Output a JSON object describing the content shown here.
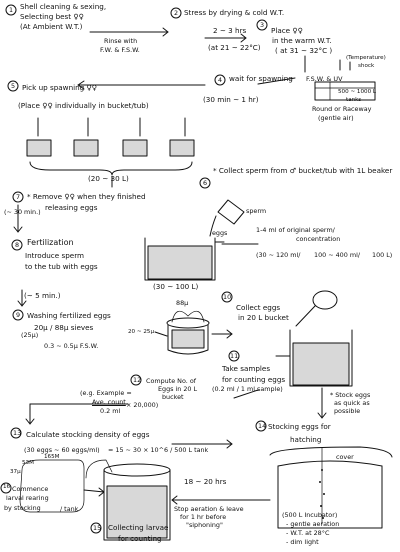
{
  "steps": {
    "s1": {
      "num": "1",
      "l1": "Shell cleaning & sexing,",
      "l2": "Selecting best ♀♀",
      "l3": "(At Ambient W.T.)"
    },
    "s1_arrow": {
      "l1": "Rinse with",
      "l2": "F.W. & F.S.W."
    },
    "s2": {
      "num": "2",
      "l1": "Stress by drying & cold W.T.",
      "l2": "2 ~ 3 hrs",
      "l3": "(at 21 ~ 22°C)"
    },
    "s3": {
      "num": "3",
      "l1": "Place ♀♀",
      "l2": "in the warm W.T.",
      "l3": "( at 31 ~ 32°C )"
    },
    "temp_shock": {
      "l1": "(Temperature)",
      "l2": "shock"
    },
    "s4": {
      "num": "4",
      "l1": "wait for spawning",
      "l2": "(30 min ~ 1 hr)"
    },
    "uv": "F.S.W. & UV",
    "tanks": {
      "l1": "500 ~ 1000 L",
      "l2": "tanks",
      "l3": "Round or Raceway",
      "l4": "(gentle air)"
    },
    "s5": {
      "num": "5",
      "l1": "Pick up spawning ♀♀",
      "l2": "(Place ♀♀ individually in bucket/tub)",
      "l3": "(20 ~ 30 L)"
    },
    "s6": {
      "num": "6",
      "l1": "* Collect sperm from ♂ bucket/tub with 1L beaker"
    },
    "s7": {
      "num": "7",
      "l1": "* Remove ♀♀ when they finished",
      "l2": "releasing eggs",
      "l3": "(~ 30 min.)"
    },
    "sperm": "sperm",
    "s8": {
      "num": "8",
      "l1": "Fertilization",
      "l2": "Introduce sperm",
      "l3": "to the tub with eggs",
      "l4": "(~ 5 min.)"
    },
    "eggs_label": "eggs",
    "tub": "(30 ~ 100 L)",
    "sperm_conc": {
      "l1": "1-4 ml of original sperm/",
      "l2": "concentration",
      "l3": "(30 ~ 120 ml/",
      "l4": "100 ~ 400 ml/",
      "l5": "100 L)"
    },
    "s9": {
      "num": "9",
      "l1": "Washing fertilized eggs",
      "l2": "20μ / 88μ sieves",
      "l3": "(25μ)",
      "l4": "0.3 ~ 0.5μ F.S.W.",
      "mesh1": "88μ",
      "mesh2": "20 ~ 25μ"
    },
    "s10": {
      "num": "10",
      "l1": "Collect eggs",
      "l2": "in 20 L bucket"
    },
    "s11": {
      "num": "11",
      "l1": "Take samples",
      "l2": "for counting eggs",
      "l3": "(0.2 ml / 1 ml sample)"
    },
    "s12": {
      "num": "12",
      "l1": "Compute No. of",
      "l2": "Eggs in 20 L",
      "l3": "bucket",
      "l4": "(e.g. Example =",
      "l5": "Ave. count",
      "l6": "0.2 ml",
      "l7": "× 20,000)"
    },
    "stock_note": {
      "l1": "* Stock eggs",
      "l2": "as quick as",
      "l3": "possible"
    },
    "s13": {
      "num": "13",
      "l1": "Calculate stocking density of eggs",
      "l2": "(30 eggs ~ 60 eggs/ml)",
      "l3": "= 15 ~ 30 × 10^6 / 500 L tank"
    },
    "s14": {
      "num": "14",
      "l1": "Stocking eggs for",
      "l2": "hatching"
    },
    "cover": "cover",
    "incubator": {
      "l1": "(500 L Incubator)",
      "l2": "- gentle aeration",
      "l3": "- W.T. at 28°C",
      "l4": "- dim light"
    },
    "time": "18 ~ 20 hrs",
    "stop": {
      "l1": "Stop aeration & leave",
      "l2": "for 1 hr before",
      "l3": "\"siphoning\""
    },
    "s15": {
      "num": "15",
      "l1": "Collecting larvae",
      "l2": "for counting"
    },
    "s16": {
      "num": "16",
      "l1": "Commence",
      "l2": "larval rearing",
      "l3": "by stocking",
      "l4": "/ tank"
    },
    "mesh_large": {
      "a": "165M",
      "b": "53M",
      "c": "37μ"
    }
  }
}
